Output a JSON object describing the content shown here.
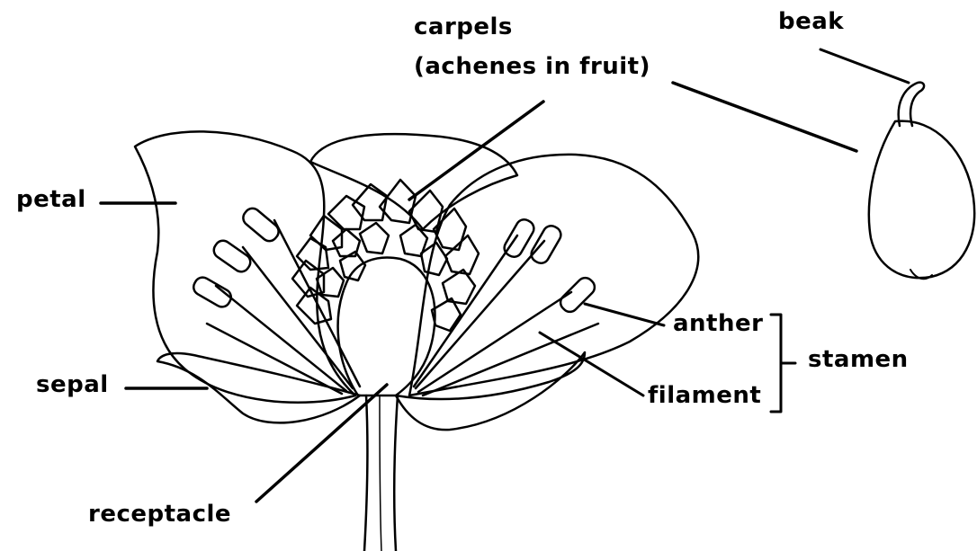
{
  "labels": {
    "carpels": "carpels",
    "carpels_note": "(achenes in fruit)",
    "beak": "beak",
    "petal": "petal",
    "sepal": "sepal",
    "receptacle": "receptacle",
    "anther": "anther",
    "filament": "filament",
    "stamen": "stamen"
  },
  "colors": {
    "ink": "#000000",
    "background": "#ffffff"
  }
}
